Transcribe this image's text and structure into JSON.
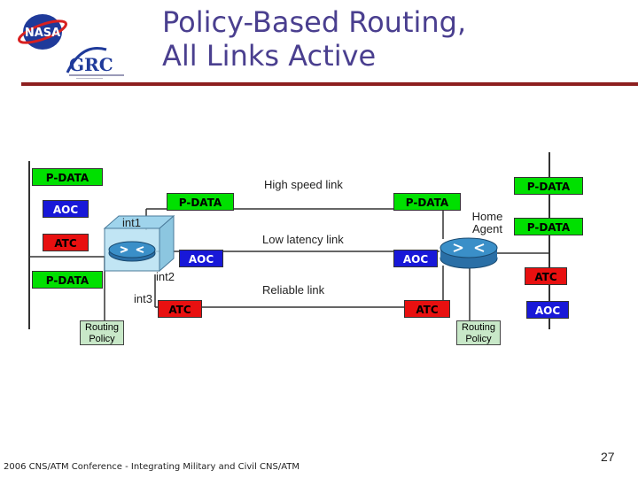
{
  "header": {
    "title_line1": "Policy-Based Routing,",
    "title_line2": "All Links Active",
    "logo_nasa_text": "NASA",
    "logo_grc_text": "GRC"
  },
  "diagram": {
    "left_boxes": {
      "top": "P-DATA",
      "aoc": "AOC",
      "atc": "ATC",
      "bottom": "P-DATA"
    },
    "inner_boxes": {
      "pdata_top": "P-DATA",
      "aoc_mid": "AOC",
      "atc_low": "ATC"
    },
    "right_inner_boxes": {
      "pdata_top": "P-DATA",
      "aoc_mid": "AOC",
      "atc_low": "ATC"
    },
    "right_boxes": {
      "pdata_top": "P-DATA",
      "pdata_mid": "P-DATA",
      "atc": "ATC",
      "aoc": "AOC"
    },
    "labels": {
      "int1": "int1",
      "int2": "int2",
      "int3": "int3",
      "high_speed": "High speed link",
      "low_latency": "Low latency link",
      "reliable": "Reliable link",
      "home_agent": "Home Agent"
    },
    "policy_left": "Routing Policy",
    "policy_right": "Routing Policy"
  },
  "footer": {
    "conference": "2006 CNS/ATM Conference - Integrating Military and Civil CNS/ATM",
    "page_number": "27"
  },
  "colors": {
    "title": "#4a3f8f",
    "rule": "#8d1f1f",
    "p_data": "#00e000",
    "atc": "#e81010",
    "aoc": "#1818d8"
  }
}
